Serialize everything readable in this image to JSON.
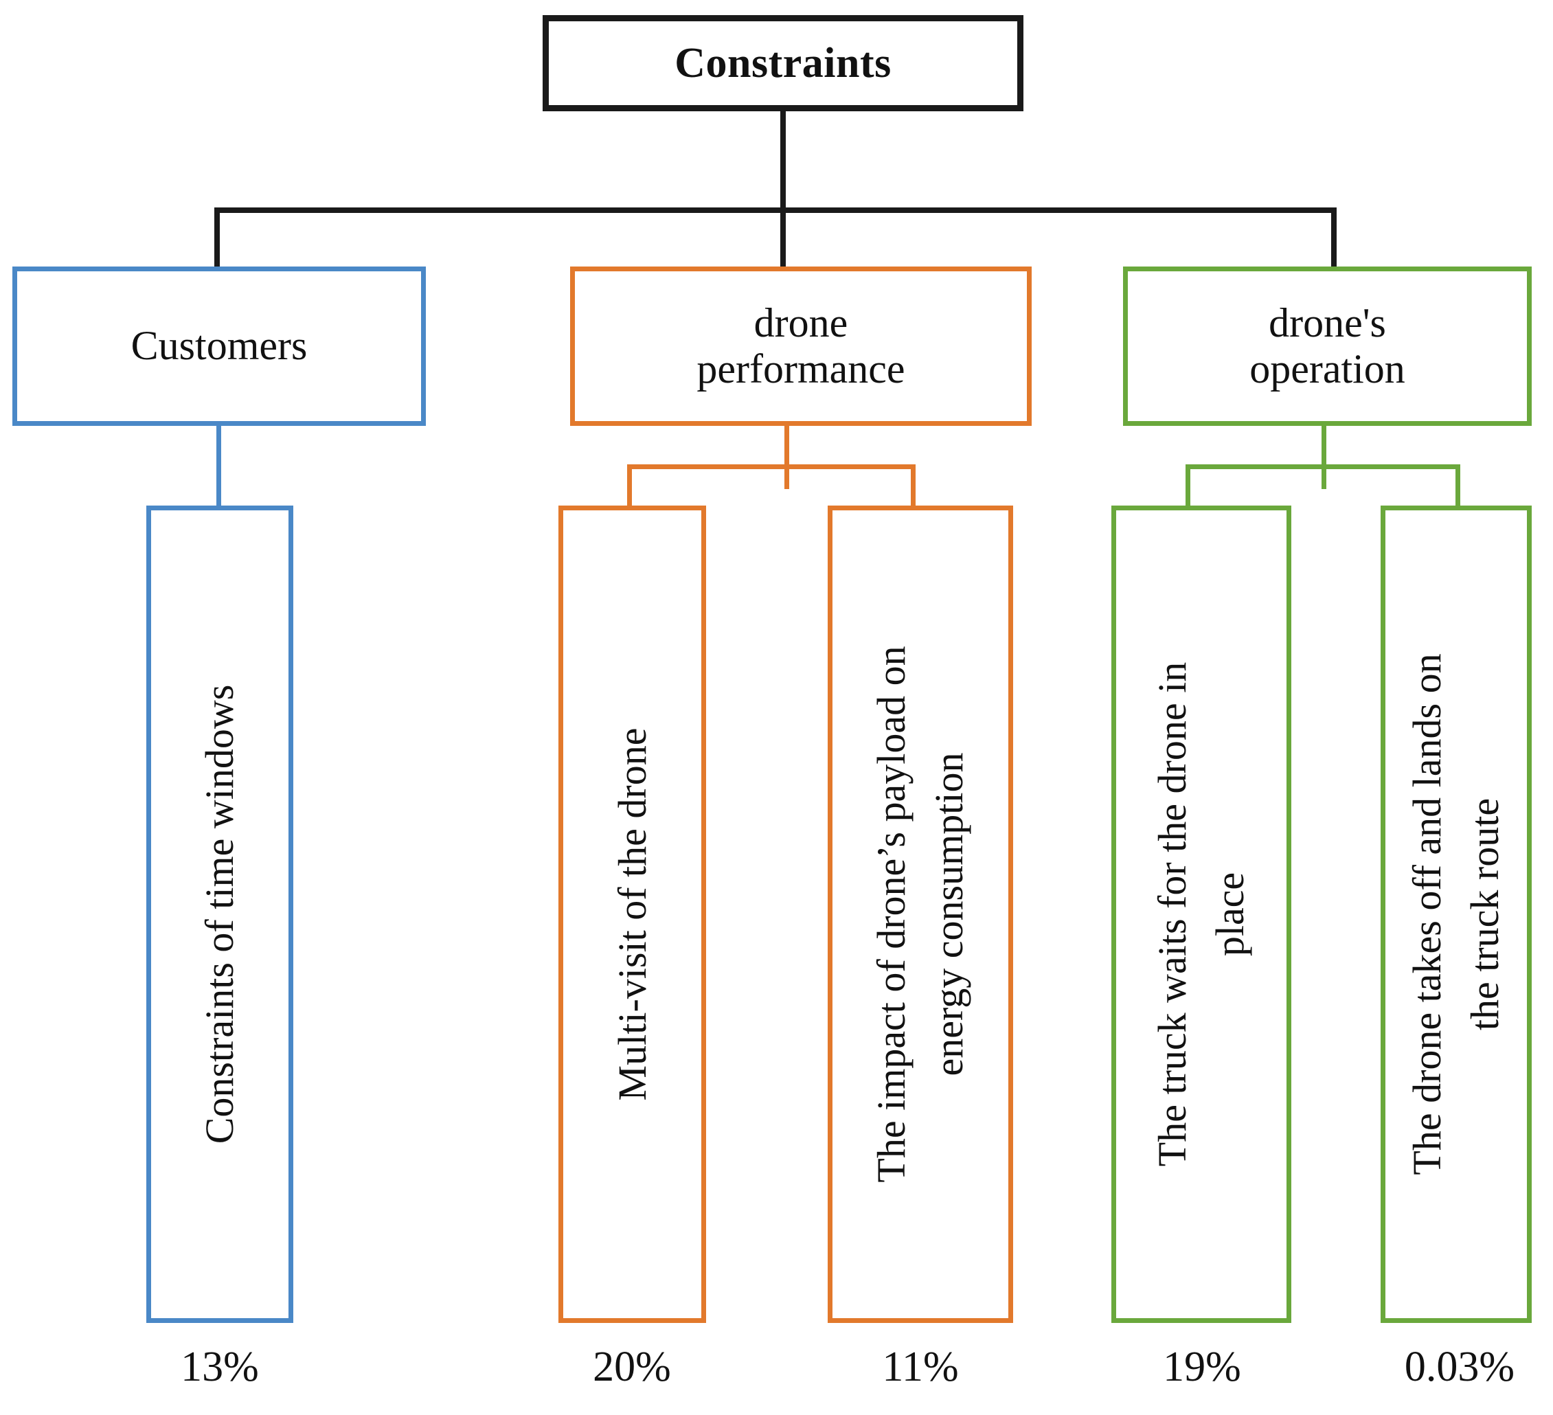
{
  "diagram": {
    "title": "Constraints",
    "type": "hierarchy-tree",
    "colors": {
      "root": "#1a1a1a",
      "customers": "#4a88c7",
      "drone_performance": "#e2792c",
      "drones_operation": "#6aa83c"
    },
    "root": {
      "label": "Constraints"
    },
    "categories": [
      {
        "id": "customers",
        "label_line1": "Customers",
        "label_line2": "",
        "color": "#4a88c7"
      },
      {
        "id": "drone-performance",
        "label_line1": "drone",
        "label_line2": "performance",
        "color": "#e2792c"
      },
      {
        "id": "drones-operation",
        "label_line1": "drone's",
        "label_line2": "operation",
        "color": "#6aa83c"
      }
    ],
    "leaves": [
      {
        "id": "constraints-of-time-windows",
        "parent": "customers",
        "line1": "Constraints of  time windows",
        "line2": "",
        "percent": "13%",
        "color": "#4a88c7"
      },
      {
        "id": "multi-visit-of-the-drone",
        "parent": "drone-performance",
        "line1": "Multi-visit of the drone",
        "line2": "",
        "percent": "20%",
        "color": "#e2792c"
      },
      {
        "id": "impact-of-drone-payload-on-energy-consumption",
        "parent": "drone-performance",
        "line1": "The impact of drone’s  payload on",
        "line2": "energy consumption",
        "percent": "11%",
        "color": "#e2792c"
      },
      {
        "id": "truck-waits-for-the-drone-in-place",
        "parent": "drones-operation",
        "line1": "The truck waits for the drone in",
        "line2": "place",
        "percent": "19%",
        "color": "#6aa83c"
      },
      {
        "id": "drone-takes-off-and-lands-on-the-truck-route",
        "parent": "drones-operation",
        "line1": "The drone takes off and lands on",
        "line2": "the truck route",
        "percent": "0.03%",
        "color": "#6aa83c"
      }
    ]
  }
}
